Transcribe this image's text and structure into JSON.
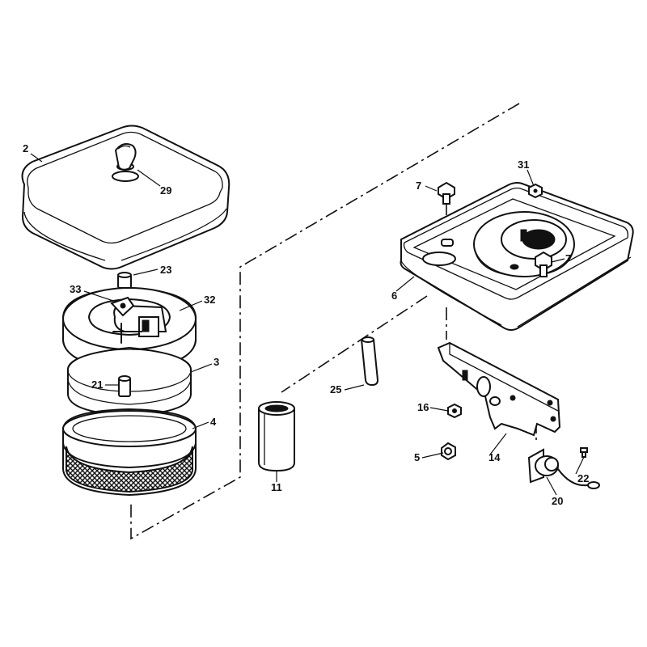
{
  "callouts": {
    "c2": "2",
    "c29": "29",
    "c23": "23",
    "c33": "33",
    "c32": "32",
    "c3": "3",
    "c21": "21",
    "c4": "4",
    "c11": "11",
    "c25": "25",
    "c7a": "7",
    "c31": "31",
    "c7b": "7",
    "c6": "6",
    "c16": "16",
    "c14": "14",
    "c5": "5",
    "c22": "22",
    "c20": "20"
  }
}
